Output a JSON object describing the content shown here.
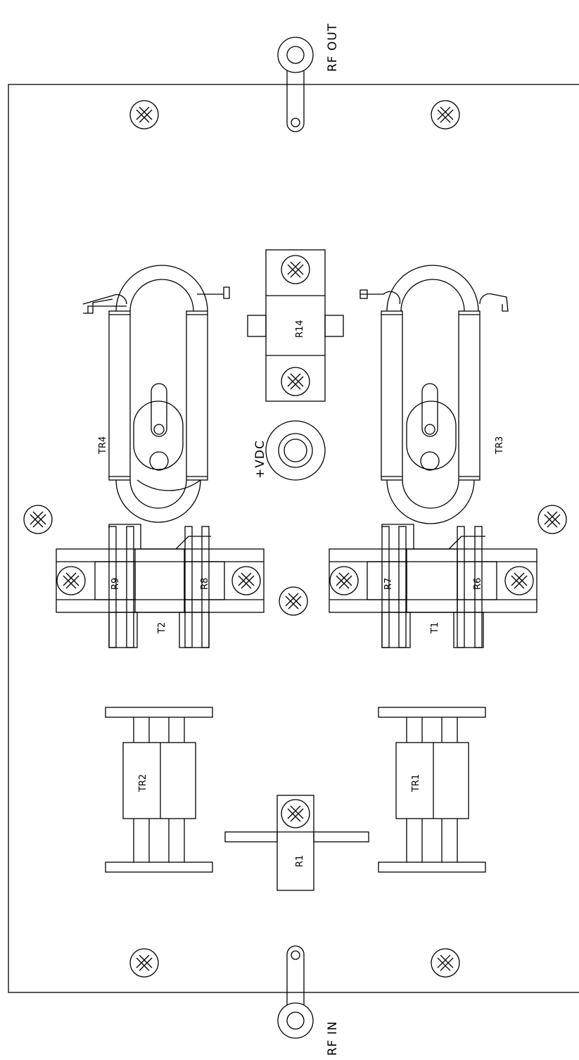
{
  "labels": {
    "rf_out": "RF OUT",
    "rf_in": "RF IN",
    "vdc": "+VDC",
    "tr1": "TR1",
    "tr2": "TR2",
    "tr3": "TR3",
    "tr4": "TR4",
    "t1": "T1",
    "t2": "T2",
    "r1": "R1",
    "r6": "R6",
    "r7": "R7",
    "r8": "R8",
    "r9": "R9",
    "r14": "R14"
  }
}
